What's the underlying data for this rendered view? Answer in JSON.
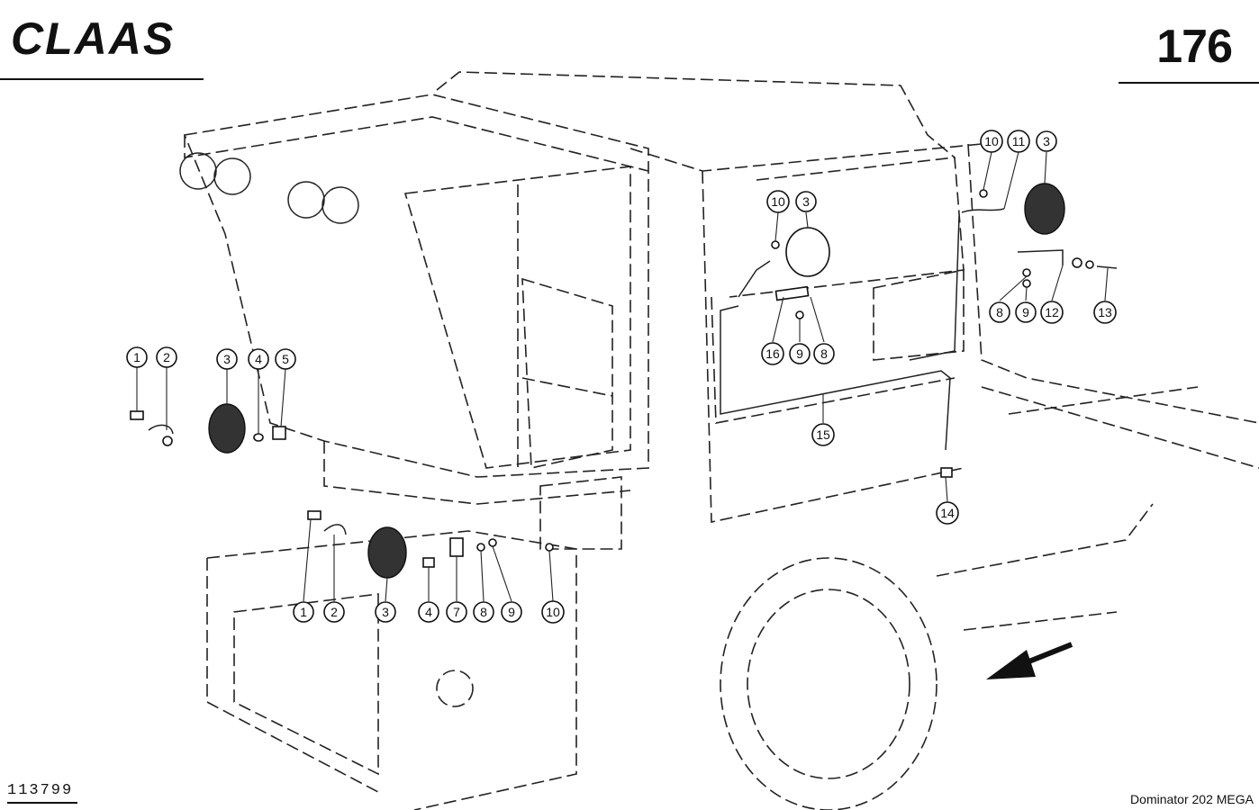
{
  "header": {
    "brand": "CLAAS",
    "page_number": "176"
  },
  "footer": {
    "drawing_number": "113799",
    "model": "Dominator  202 MEGA"
  },
  "callouts": [
    {
      "label": "1"
    },
    {
      "label": "2"
    },
    {
      "label": "3"
    },
    {
      "label": "4"
    },
    {
      "label": "5"
    },
    {
      "label": "1"
    },
    {
      "label": "2"
    },
    {
      "label": "3"
    },
    {
      "label": "4"
    },
    {
      "label": "7"
    },
    {
      "label": "8"
    },
    {
      "label": "9"
    },
    {
      "label": "10"
    },
    {
      "label": "10"
    },
    {
      "label": "3"
    },
    {
      "label": "16"
    },
    {
      "label": "9"
    },
    {
      "label": "8"
    },
    {
      "label": "10"
    },
    {
      "label": "11"
    },
    {
      "label": "3"
    },
    {
      "label": "8"
    },
    {
      "label": "9"
    },
    {
      "label": "12"
    },
    {
      "label": "13"
    },
    {
      "label": "15"
    },
    {
      "label": "14"
    }
  ]
}
